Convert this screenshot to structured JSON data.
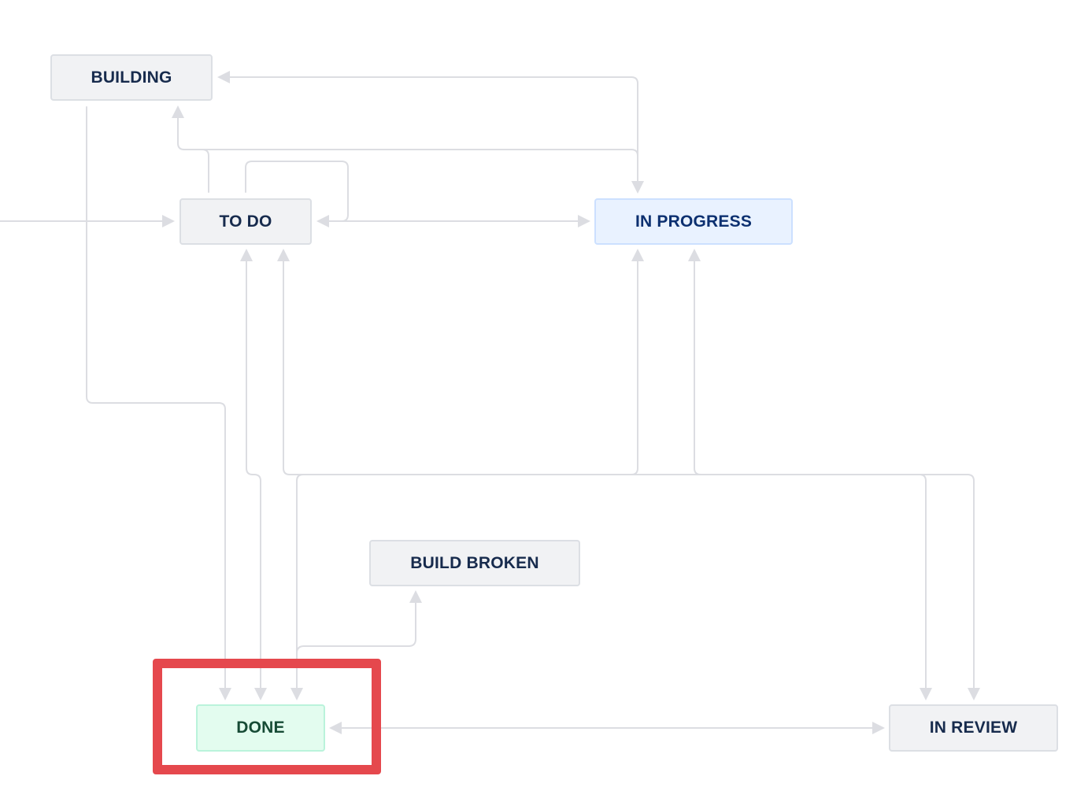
{
  "workflow": {
    "statuses": {
      "building": {
        "label": "BUILDING",
        "category": "gray"
      },
      "todo": {
        "label": "TO DO",
        "category": "gray"
      },
      "in_progress": {
        "label": "IN PROGRESS",
        "category": "blue"
      },
      "build_broken": {
        "label": "BUILD BROKEN",
        "category": "gray"
      },
      "done": {
        "label": "DONE",
        "category": "green"
      },
      "in_review": {
        "label": "IN REVIEW",
        "category": "gray"
      }
    },
    "selected_status": "done"
  },
  "colors": {
    "connector": "#dcdde2",
    "highlight": "#e5484d",
    "gray_bg": "#f1f2f4",
    "blue_bg": "#e9f2ff",
    "green_bg": "#e3fcef"
  }
}
